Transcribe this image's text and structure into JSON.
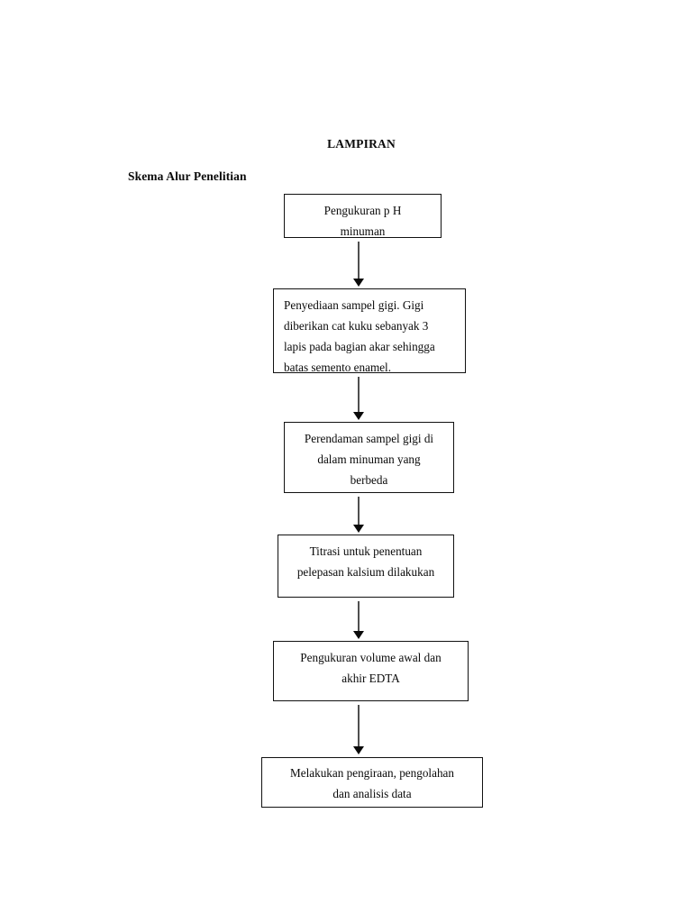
{
  "document": {
    "title": "LAMPIRAN",
    "section_title": "Skema Alur Penelitian",
    "page_background": "#ffffff",
    "text_color": "#0a0a0a"
  },
  "flowchart": {
    "orientation": "vertical-top-to-bottom",
    "box_border_color": "#111111",
    "arrow_shaft_color": "#4f4f4f",
    "arrow_head_color": "#0a0a0a",
    "steps": [
      {
        "id": "step-1",
        "text": "Pengukuran p H\nminuman",
        "align": "center"
      },
      {
        "id": "step-2",
        "text": "Penyediaan sampel gigi. Gigi\ndiberikan cat kuku sebanyak 3\nlapis pada bagian akar sehingga\nbatas semento enamel.",
        "align": "left"
      },
      {
        "id": "step-3",
        "text": "Perendaman sampel gigi di\ndalam minuman yang\nberbeda",
        "align": "center"
      },
      {
        "id": "step-4",
        "text": "Titrasi untuk penentuan\npelepasan kalsium dilakukan",
        "align": "center"
      },
      {
        "id": "step-5",
        "text": "Pengukuran volume awal dan\nakhir EDTA",
        "align": "center"
      },
      {
        "id": "step-6",
        "text": "Melakukan pengiraan, pengolahan\ndan analisis data",
        "align": "center"
      }
    ],
    "connectors": [
      {
        "id": "arrow-1",
        "from": "step-1",
        "to": "step-2",
        "glyph": "down-arrow"
      },
      {
        "id": "arrow-2",
        "from": "step-2",
        "to": "step-3",
        "glyph": "down-arrow"
      },
      {
        "id": "arrow-3",
        "from": "step-3",
        "to": "step-4",
        "glyph": "down-arrow"
      },
      {
        "id": "arrow-4",
        "from": "step-4",
        "to": "step-5",
        "glyph": "down-arrow"
      },
      {
        "id": "arrow-5",
        "from": "step-5",
        "to": "step-6",
        "glyph": "down-arrow"
      }
    ]
  }
}
